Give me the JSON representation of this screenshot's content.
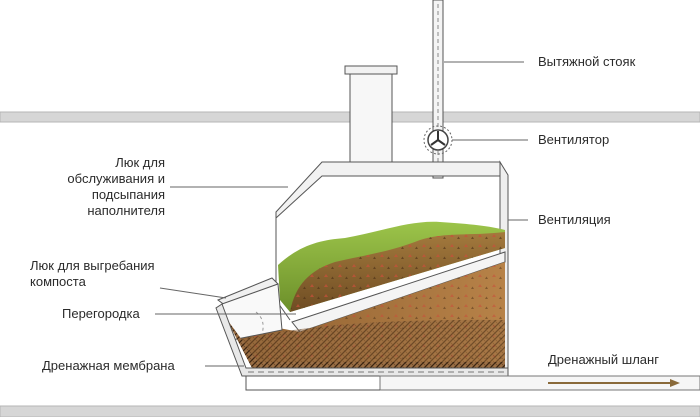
{
  "labels": {
    "exhaust_pipe": "Вытяжной стояк",
    "fan": "Вентилятор",
    "service_hatch": "Люк для\nобслуживания и\nподсыпания\nнаполнителя",
    "ventilation": "Вентиляция",
    "compost_hatch": "Люк для выгребания\nкомпоста",
    "partition": "Перегородка",
    "drain_membrane": "Дренажная мембрана",
    "drain_hose": "Дренажный шланг"
  },
  "colors": {
    "outline": "#555555",
    "floor_band": "#d9d9d9",
    "vegetation": "#7fae2f",
    "compost": "#8a5a2f",
    "compost_dark": "#5c3a1c",
    "membrane": "#3a2a1a",
    "hose_arrow": "#8a6a3a"
  }
}
